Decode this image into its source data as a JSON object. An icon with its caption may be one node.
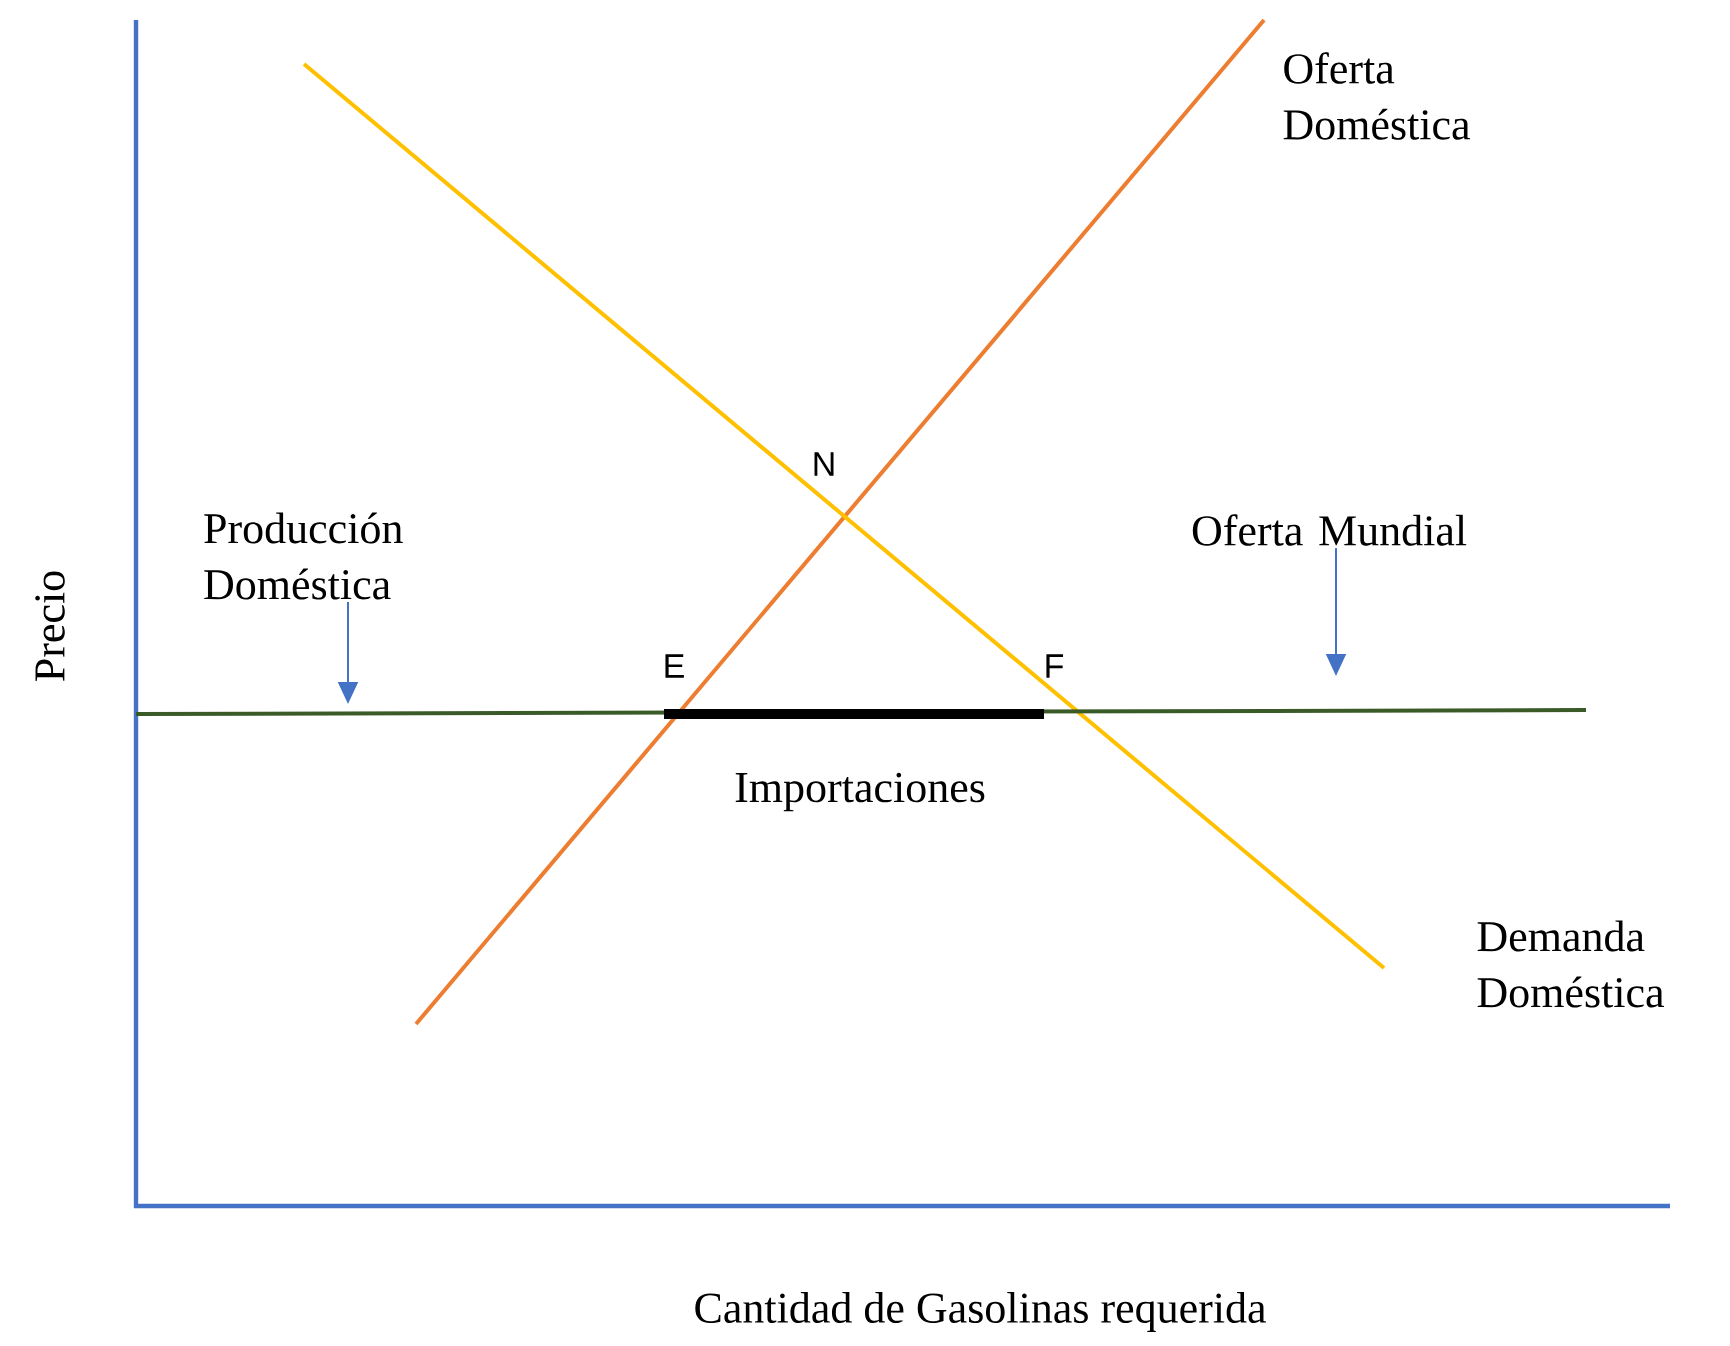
{
  "diagram": {
    "nodes": [
      {
        "text": [
          "Producción Doméstica"
        ]
      },
      {
        "text": [
          "Oferta Mundial"
        ]
      }
    ],
    "edges": [
      {
        "from": 0,
        "to": null,
        "arrow": "to"
      },
      {
        "from": 1,
        "to": null,
        "arrow": "to"
      }
    ],
    "labels": [
      "Oferta Doméstica",
      "N",
      "Precio",
      "E",
      "F",
      "Importaciones",
      "Demanda Doméstica",
      "Cantidad de Gasolinas requerida"
    ]
  }
}
